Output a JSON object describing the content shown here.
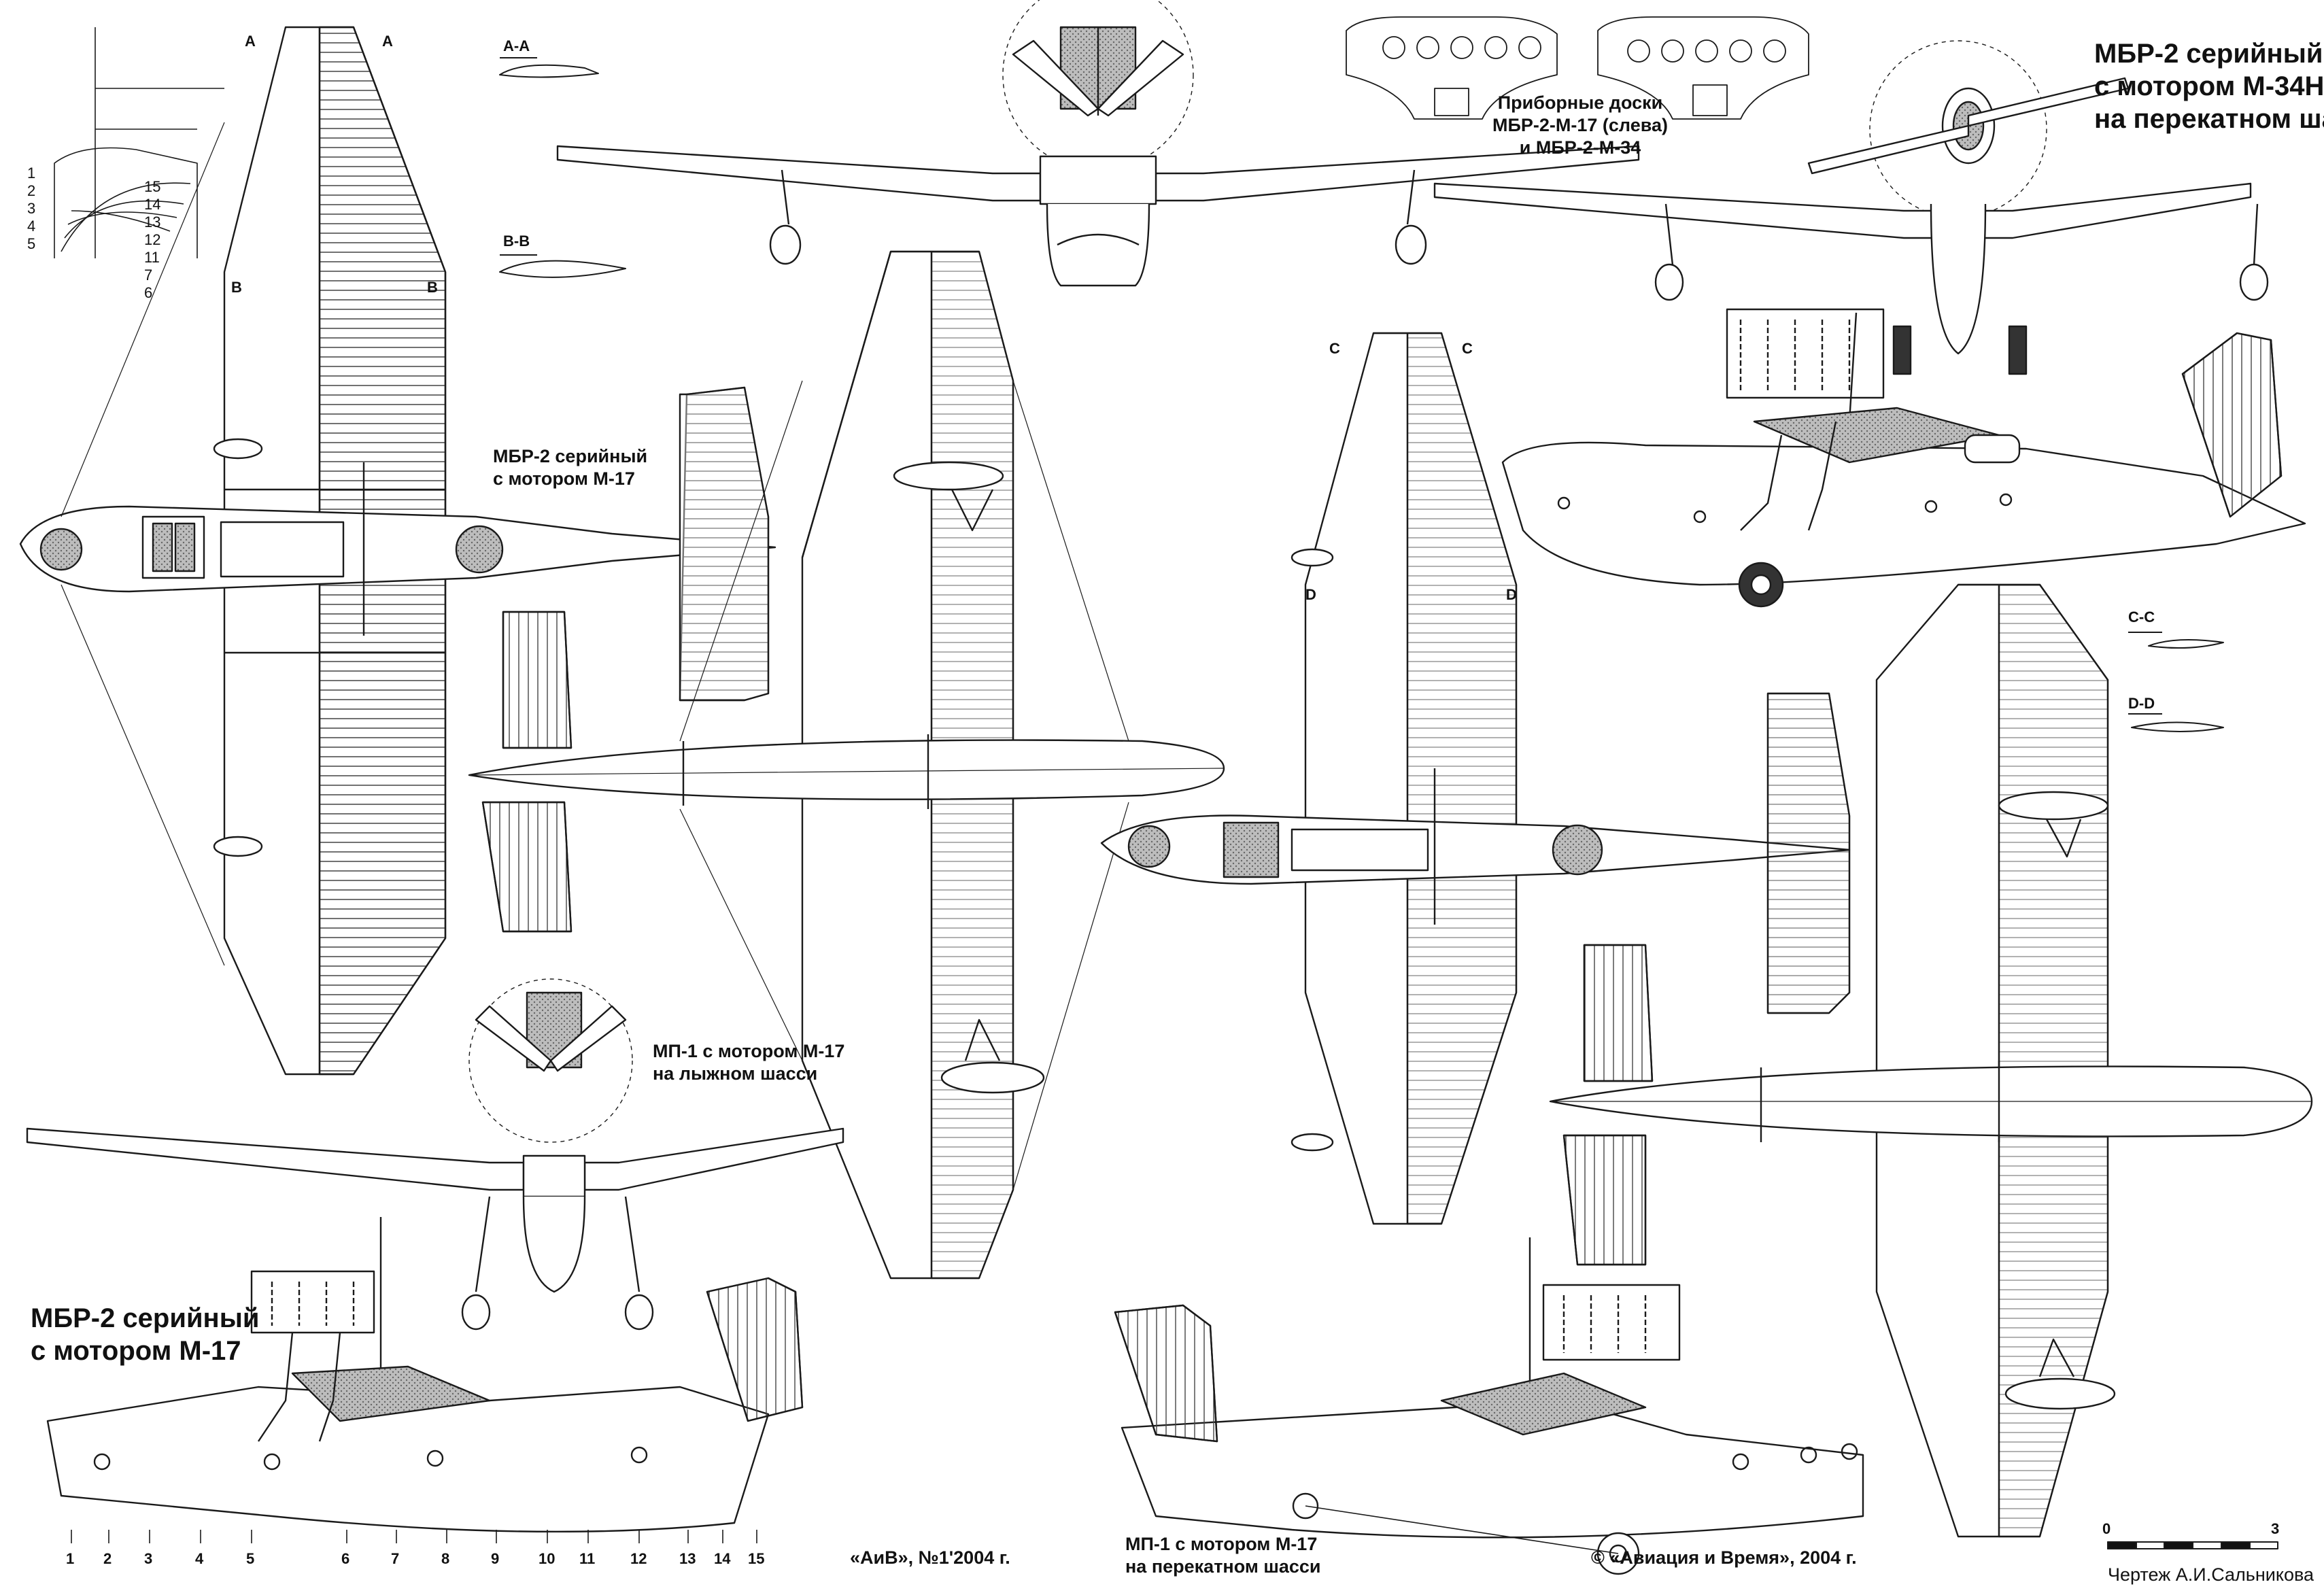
{
  "labels": {
    "mbr2_m17_top": [
      "МБР-2 серийный",
      "с мотором М-17"
    ],
    "mbr2_m17_side": [
      "МБР-2 серийный",
      "с мотором М-17"
    ],
    "mbr2_m34n": [
      "МБР-2 серийный",
      "с мотором М-34Н",
      "на перекатном шасси"
    ],
    "mp1_ski": [
      "МП-1 с мотором М-17",
      "на лыжном шасси"
    ],
    "mp1_wheel": [
      "МП-1 с мотором М-17",
      "на перекатном шасси"
    ],
    "panels": [
      "Приборные доски",
      "МБР-2-М-17 (слева)",
      "и МБР-2-М-34"
    ]
  },
  "sections": [
    "A-A",
    "B-B",
    "C-C",
    "D-D"
  ],
  "section_markers": [
    "A",
    "A",
    "B",
    "B",
    "C",
    "C",
    "D",
    "D"
  ],
  "rib_numbers_left": [
    "1",
    "2",
    "3",
    "4",
    "5"
  ],
  "rib_numbers_right": [
    "15",
    "14",
    "13",
    "12",
    "11",
    "7",
    "6"
  ],
  "stations": [
    "1",
    "2",
    "3",
    "4",
    "5",
    "6",
    "7",
    "8",
    "9",
    "10",
    "11",
    "12",
    "13",
    "14",
    "15"
  ],
  "credits": {
    "left": "«АиВ», №1'2004 г.",
    "right": "© «Авиация и Время», 2004 г.",
    "author": "Чертеж А.И.Сальникова"
  },
  "scale": {
    "start": "0",
    "end": "3"
  },
  "colors": {
    "ink": "#1a1a1a",
    "paper": "#ffffff",
    "hatch": "#888888"
  }
}
